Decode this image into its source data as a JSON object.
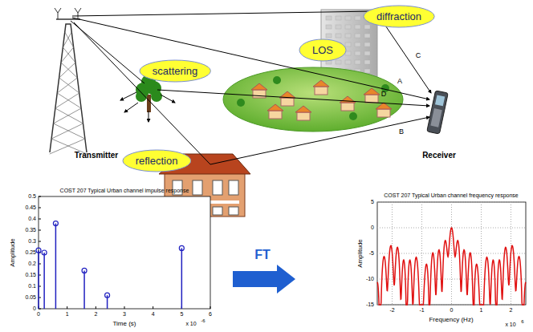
{
  "diagram": {
    "nodes": [
      {
        "text": [
          "diffraction"
        ]
      },
      {
        "text": [
          "LOS"
        ]
      },
      {
        "text": [
          "scattering"
        ]
      },
      {
        "text": [
          "reflection"
        ]
      }
    ],
    "labels": [
      "Transmitter",
      "Receiver",
      "C",
      "A",
      "D",
      "B",
      "COST 207 Typical Urban channel impulse response",
      "Amplitude",
      "0",
      "0.05",
      "0.1",
      "0.15",
      "0.2",
      "0.25",
      "0.3",
      "0.35",
      "0.4",
      "0.45",
      "0.5",
      "0",
      "1",
      "2",
      "3",
      "4",
      "5",
      "6",
      "Time (s)",
      "x 10",
      "-6",
      "FT",
      "COST 207 Typical Urban channel frequency response",
      "Amplitude",
      "5",
      "0",
      "-5",
      "-10",
      "-15",
      "-2",
      "-1",
      "0",
      "1",
      "2",
      "Frequency (Hz)",
      "x 10",
      "6"
    ]
  }
}
